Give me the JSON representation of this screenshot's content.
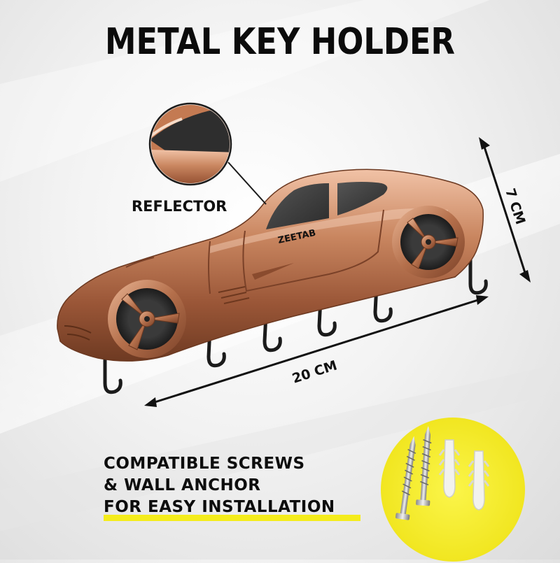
{
  "title": "METAL KEY HOLDER",
  "labels": {
    "reflector": "REFLECTOR",
    "height": "7 CM",
    "width": "20 CM",
    "brand": "ZEETAB"
  },
  "callout_lines": [
    "COMPATIBLE SCREWS",
    "& WALL ANCHOR",
    "FOR EASY INSTALLATION"
  ],
  "colors": {
    "copper": "#b87050",
    "highlight": "#f4ec1c",
    "text": "#0d0d0d"
  }
}
